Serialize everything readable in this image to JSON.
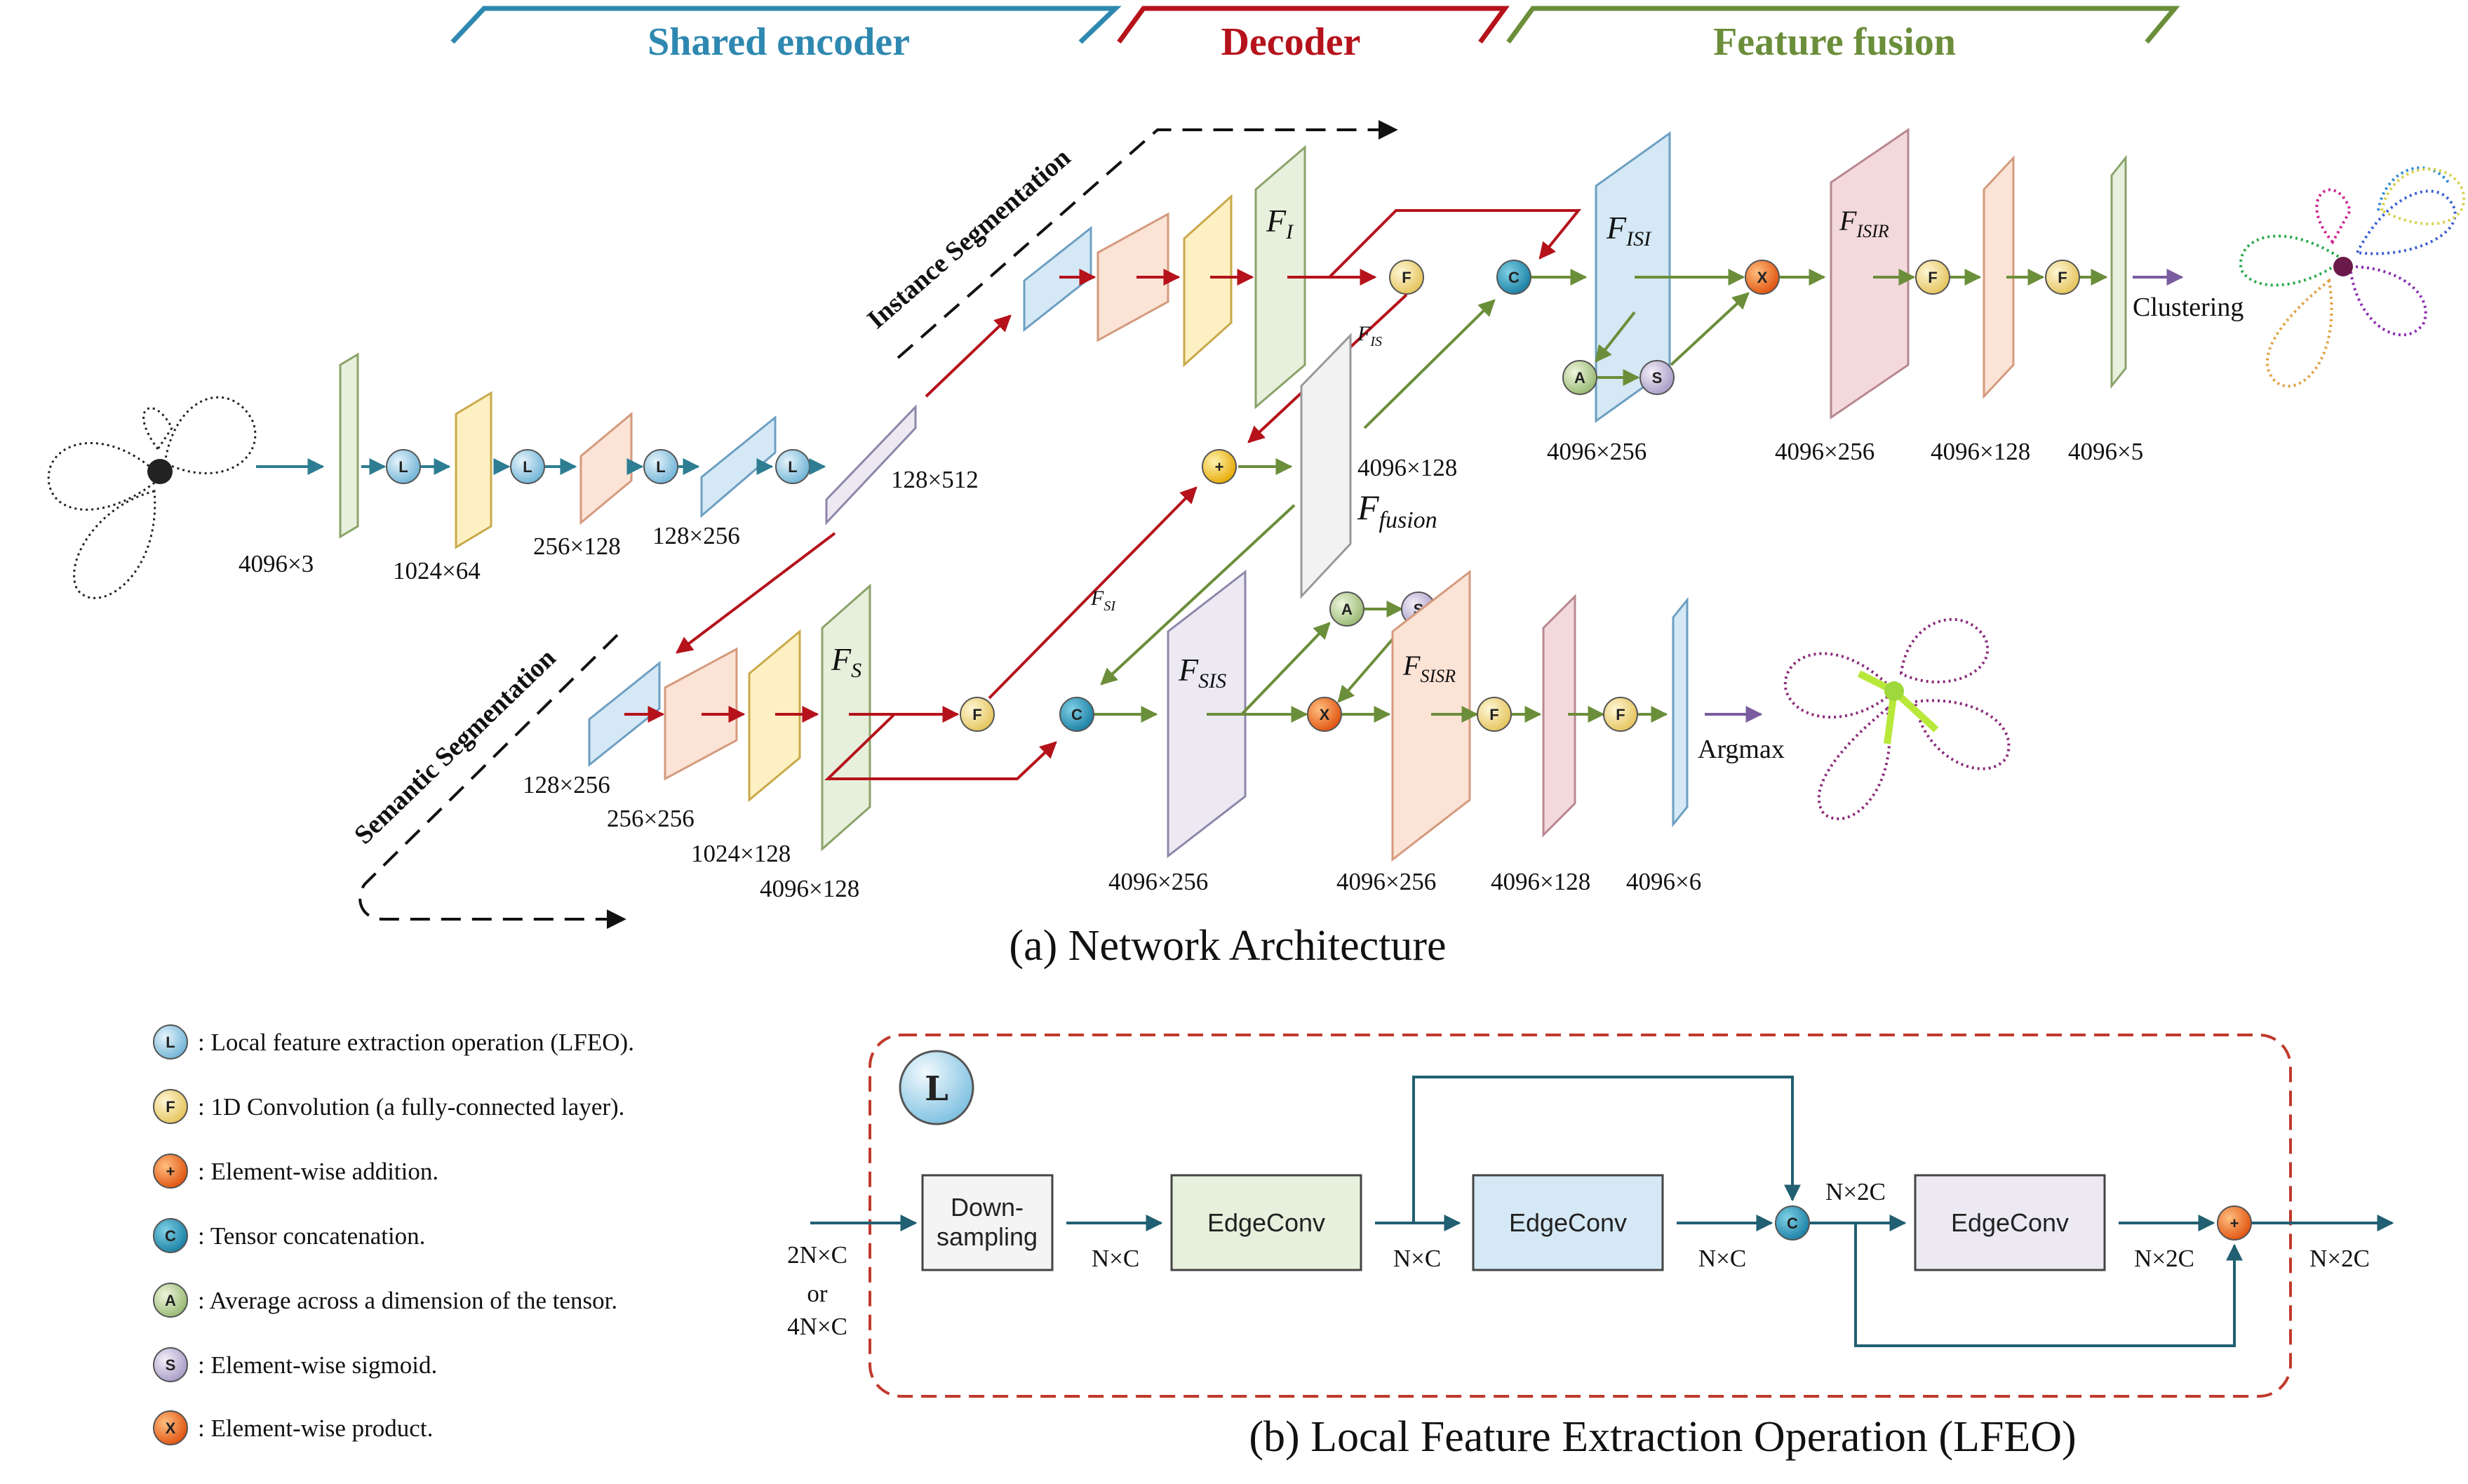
{
  "sections": {
    "shared_encoder": "Shared encoder",
    "decoder": "Decoder",
    "feature_fusion": "Feature fusion"
  },
  "colors": {
    "encoder": "#2e88b0",
    "decoder": "#b5121b",
    "fusion": "#6b8e3a",
    "teal": "#215f72",
    "purple": "#7a5ca0"
  },
  "branches": {
    "instance": "Instance Segmentation",
    "semantic": "Semantic Segmentation"
  },
  "dims": {
    "d4096x3": "4096×3",
    "d1024x64": "1024×64",
    "d256x128": "256×128",
    "d128x256": "128×256",
    "d128x512": "128×512",
    "sem_128x256": "128×256",
    "sem_256x256": "256×256",
    "sem_1024x128": "1024×128",
    "sem_4096x128": "4096×128",
    "fusion_4096x128": "4096×128",
    "fisi_4096x256": "4096×256",
    "fisir_4096x256": "4096×256",
    "inst_4096x128": "4096×128",
    "inst_4096x5": "4096×5",
    "fsis_4096x256": "4096×256",
    "fsisr_4096x256": "4096×256",
    "sem_out_4096x128": "4096×128",
    "sem_out_4096x6": "4096×6"
  },
  "feature_labels": {
    "F_I": "F",
    "F_I_sub": "I",
    "F_S": "F",
    "F_S_sub": "S",
    "F_IS": "F",
    "F_IS_sub": "IS",
    "F_SI": "F",
    "F_SI_sub": "SI",
    "F_fusion": "F",
    "F_fusion_sub": "fusion",
    "F_ISI": "F",
    "F_ISI_sub": "ISI",
    "F_ISIR": "F",
    "F_ISIR_sub": "ISIR",
    "F_SIS": "F",
    "F_SIS_sub": "SIS",
    "F_SISR": "F",
    "F_SISR_sub": "SISR"
  },
  "outputs": {
    "clustering": "Clustering",
    "argmax": "Argmax"
  },
  "ops": {
    "L": "L",
    "F": "F",
    "plus": "+",
    "C": "C",
    "A": "A",
    "S": "S",
    "X": "X"
  },
  "captions": {
    "a": "(a) Network Architecture",
    "b": "(b)  Local Feature Extraction Operation (LFEO)"
  },
  "legend": [
    {
      "sym": "L",
      "text": ": Local feature extraction operation (LFEO)."
    },
    {
      "sym": "F",
      "text": ": 1D Convolution (a fully-connected layer)."
    },
    {
      "sym": "+",
      "text": ": Element-wise addition."
    },
    {
      "sym": "C",
      "text": ": Tensor concatenation."
    },
    {
      "sym": "A",
      "text": ": Average across a dimension of the tensor."
    },
    {
      "sym": "S",
      "text": ": Element-wise sigmoid."
    },
    {
      "sym": "X",
      "text": ": Element-wise product."
    }
  ],
  "lfeo": {
    "badge": "L",
    "downsampling_1": "Down-",
    "downsampling_2": "sampling",
    "edgeconv_1": "EdgeConv",
    "edgeconv_2": "EdgeConv",
    "edgeconv_3": "EdgeConv",
    "in_a": "2N×C",
    "in_or": "or",
    "in_b": "4N×C",
    "n_c_1": "N×C",
    "n_c_2": "N×C",
    "n_c_3": "N×C",
    "n_2c_1": "N×2C",
    "n_2c_2": "N×2C",
    "n_2c_3": "N×2C",
    "concat": "C",
    "add": "+"
  }
}
